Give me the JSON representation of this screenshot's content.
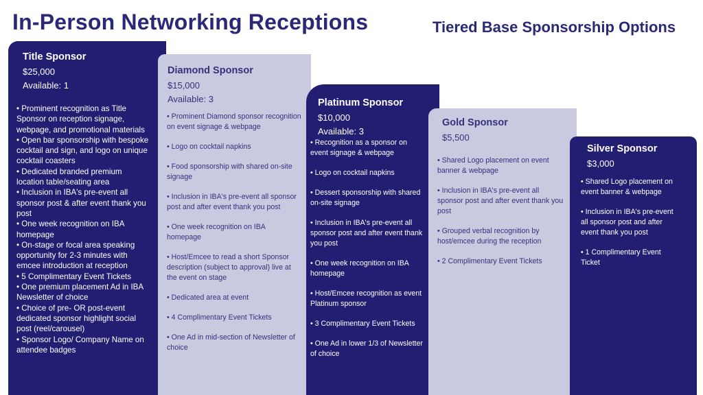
{
  "header": {
    "title": "In-Person Networking Receptions",
    "subtitle": "Tiered Base Sponsorship Options"
  },
  "colors": {
    "dark": "#221f73",
    "light": "#c9c9df",
    "title": "#2b2878"
  },
  "tiers": {
    "title": {
      "name": "Title Sponsor",
      "price": "$25,000",
      "available": "Available: 1",
      "benefits": [
        "• Prominent recognition as Title Sponsor on reception signage, webpage, and promotional materials",
        "• Open bar sponsorship with bespoke cocktail and sign, and logo on unique cocktail coasters",
        "• Dedicated branded premium location table/seating area",
        "• Inclusion in IBA's pre-event all sponsor post & after event thank you post",
        "• One week recognition on IBA homepage",
        "• On-stage or focal area speaking opportunity for 2-3 minutes with emcee introduction at reception",
        "• 5 Complimentary Event Tickets",
        "• One premium placement Ad in IBA Newsletter of choice",
        "• Choice of pre- OR post-event dedicated sponsor highlight social post (reel/carousel)",
        "• Sponsor Logo/ Company Name on attendee badges"
      ]
    },
    "diamond": {
      "name": "Diamond Sponsor",
      "price": "$15,000",
      "available": "Available: 3",
      "benefits": [
        "• Prominent Diamond  sponsor recognition on event signage & webpage",
        " • Logo on cocktail napkins",
        "• Food sponsorship with shared on-site signage",
        "• Inclusion in IBA's pre-event all sponsor post and after event thank you post",
        "• One week recognition on IBA homepage",
        "• Host/Emcee to read a short Sponsor description (subject to approval) live at the event on stage",
        "• Dedicated area at event",
        "• 4 Complimentary Event Tickets",
        "• One Ad in mid-section of Newsletter of choice"
      ]
    },
    "platinum": {
      "name": "Platinum Sponsor",
      "price": "$10,000",
      "available": "Available: 3",
      "benefits": [
        "• Recognition as a sponsor on  event signage & webpage",
        "• Logo on cocktail napkins",
        "• Dessert sponsorship with shared on-site signage",
        "• Inclusion in IBA's pre-event all sponsor post and after event thank you post",
        "• One week recognition on IBA homepage",
        "• Host/Emcee recognition as event Platinum sponsor",
        "• 3 Complimentary Event Tickets",
        "• One Ad in lower 1/3 of Newsletter of choice"
      ]
    },
    "gold": {
      "name": "Gold Sponsor",
      "price": "$5,500",
      "benefits": [
        "• Shared Logo placement on event banner & webpage",
        "• Inclusion in IBA's pre-event all sponsor post and after event thank you post",
        "• Grouped verbal recognition by host/emcee during the reception",
        "• 2 Complimentary Event Tickets"
      ]
    },
    "silver": {
      "name": "Silver Sponsor",
      "price": "$3,000",
      "benefits": [
        "• Shared Logo placement on event banner & webpage",
        "• Inclusion in IBA's pre-event all sponsor post and after event thank you post",
        "• 1 Complimentary Event Ticket"
      ]
    }
  }
}
